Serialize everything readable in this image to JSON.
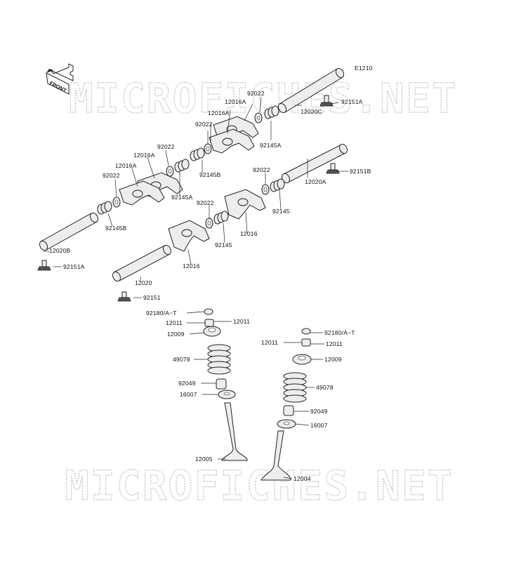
{
  "diagram": {
    "code": "E1210",
    "front_label": "FRONT",
    "watermarks": [
      "MICROFICHES.NET",
      "MICROFICHES.NET"
    ],
    "labels": [
      {
        "id": "l-92022-a",
        "text": "92022"
      },
      {
        "id": "l-12016a-a",
        "text": "12016A"
      },
      {
        "id": "l-12016a-b",
        "text": "12016A"
      },
      {
        "id": "l-12020c",
        "text": "12020C"
      },
      {
        "id": "l-92151a-top",
        "text": "92151A"
      },
      {
        "id": "l-92022-b",
        "text": "92022"
      },
      {
        "id": "l-92145a-a",
        "text": "92145A"
      },
      {
        "id": "l-12016a-c",
        "text": "12016A"
      },
      {
        "id": "l-92022-c",
        "text": "92022"
      },
      {
        "id": "l-92145b-a",
        "text": "92145B"
      },
      {
        "id": "l-12016a-d",
        "text": "12016A"
      },
      {
        "id": "l-92022-d",
        "text": "92022"
      },
      {
        "id": "l-92145a-b",
        "text": "92145A"
      },
      {
        "id": "l-92022-e",
        "text": "92022"
      },
      {
        "id": "l-12020a",
        "text": "12020A"
      },
      {
        "id": "l-92151b",
        "text": "92151B"
      },
      {
        "id": "l-92145b-b",
        "text": "92145B"
      },
      {
        "id": "l-92022-f",
        "text": "92022"
      },
      {
        "id": "l-92145-a",
        "text": "92145"
      },
      {
        "id": "l-12016-a",
        "text": "12016"
      },
      {
        "id": "l-92145-b",
        "text": "92145"
      },
      {
        "id": "l-12020b",
        "text": "12020B"
      },
      {
        "id": "l-92151a-left",
        "text": "92151A"
      },
      {
        "id": "l-12016-b",
        "text": "12016"
      },
      {
        "id": "l-12020",
        "text": "12020"
      },
      {
        "id": "l-92151",
        "text": "92151"
      },
      {
        "id": "l-92180-a",
        "text": "92180/A~T"
      },
      {
        "id": "l-12011-a",
        "text": "12011"
      },
      {
        "id": "l-12011-b",
        "text": "12011"
      },
      {
        "id": "l-12009-a",
        "text": "12009"
      },
      {
        "id": "l-49078-a",
        "text": "49078"
      },
      {
        "id": "l-92049-a",
        "text": "92049"
      },
      {
        "id": "l-16007-a",
        "text": "16007"
      },
      {
        "id": "l-12005",
        "text": "12005"
      },
      {
        "id": "l-92180-b",
        "text": "92180/A~T"
      },
      {
        "id": "l-12011-c",
        "text": "12011"
      },
      {
        "id": "l-12011-d",
        "text": "12011"
      },
      {
        "id": "l-12009-b",
        "text": "12009"
      },
      {
        "id": "l-49078-b",
        "text": "49078"
      },
      {
        "id": "l-92049-b",
        "text": "92049"
      },
      {
        "id": "l-16007-b",
        "text": "16007"
      },
      {
        "id": "l-12004",
        "text": "12004"
      }
    ]
  }
}
